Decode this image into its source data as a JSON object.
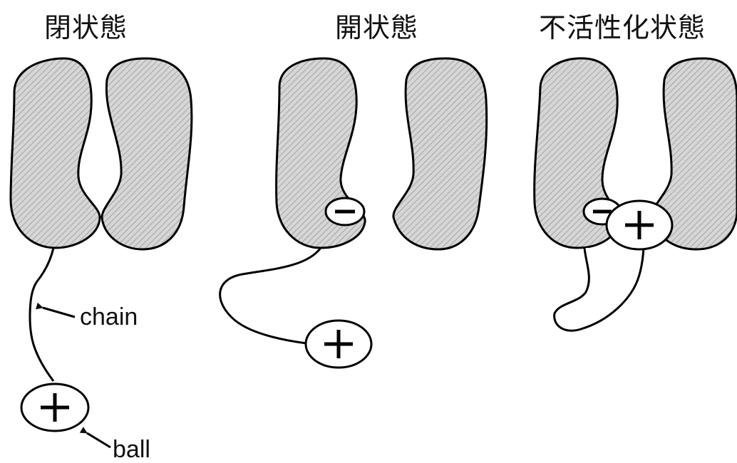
{
  "titles": {
    "closed": "閉状態",
    "open": "開状態",
    "inactivated": "不活性化状態"
  },
  "labels": {
    "chain": "chain",
    "ball": "ball"
  },
  "charges": {
    "positive": "+",
    "negative": "−"
  }
}
